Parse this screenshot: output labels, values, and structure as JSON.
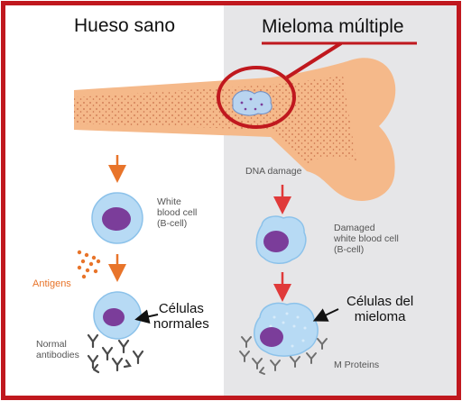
{
  "headings": {
    "left": "Hueso sano",
    "right": "Mieloma múltiple"
  },
  "left_panel": {
    "white_blood_cell": [
      "White",
      "blood cell",
      "(B-cell)"
    ],
    "antigens": "Antigens",
    "normal_antibodies": [
      "Normal",
      "antibodies"
    ],
    "callout": [
      "Células",
      "normales"
    ]
  },
  "right_panel": {
    "dna_damage": "DNA damage",
    "damaged_cell": [
      "Damaged",
      "white blood cell",
      "(B-cell)"
    ],
    "m_proteins": "M Proteins",
    "callout": [
      "Células del",
      "mieloma"
    ]
  },
  "colors": {
    "frame": "#c0181e",
    "right_panel_bg": "#e6e6e8",
    "bone": "#f5b98a",
    "bone_dots": "#c9714a",
    "orange_arrow": "#e8742a",
    "red_arrow": "#e03a3a",
    "cell_outer": "#b7daf4",
    "cell_nucleus": "#7b3d9a",
    "antibody": "#4a4a4a"
  }
}
